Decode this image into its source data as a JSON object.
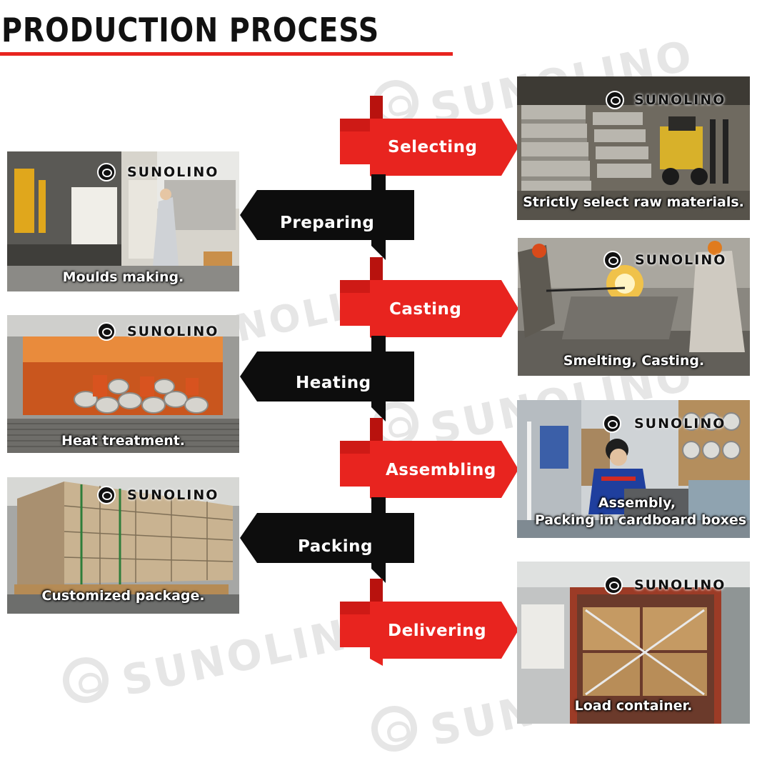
{
  "header": {
    "title": "PRODUCTION PROCESS",
    "rule_color": "#e8241f"
  },
  "watermark": {
    "brand": "SUNOLINO"
  },
  "colors": {
    "red_arrow": "#e8241f",
    "red_shade": "#b8120e",
    "black_arrow": "#0d0d0d"
  },
  "steps": [
    {
      "label": "Selecting",
      "caption": "Strictly select raw materials.",
      "color": "red",
      "side": "right"
    },
    {
      "label": "Preparing",
      "caption": "Moulds making.",
      "color": "black",
      "side": "left"
    },
    {
      "label": "Casting",
      "caption": "Smelting, Casting.",
      "color": "red",
      "side": "right"
    },
    {
      "label": "Heating",
      "caption": "Heat treatment.",
      "color": "black",
      "side": "left"
    },
    {
      "label": "Assembling",
      "caption_line1": "Assembly,",
      "caption_line2": "Packing in cardboard boxes",
      "color": "red",
      "side": "right"
    },
    {
      "label": "Packing",
      "caption": "Customized package.",
      "color": "black",
      "side": "left"
    },
    {
      "label": "Delivering",
      "caption": "Load container.",
      "color": "red",
      "side": "right"
    }
  ]
}
